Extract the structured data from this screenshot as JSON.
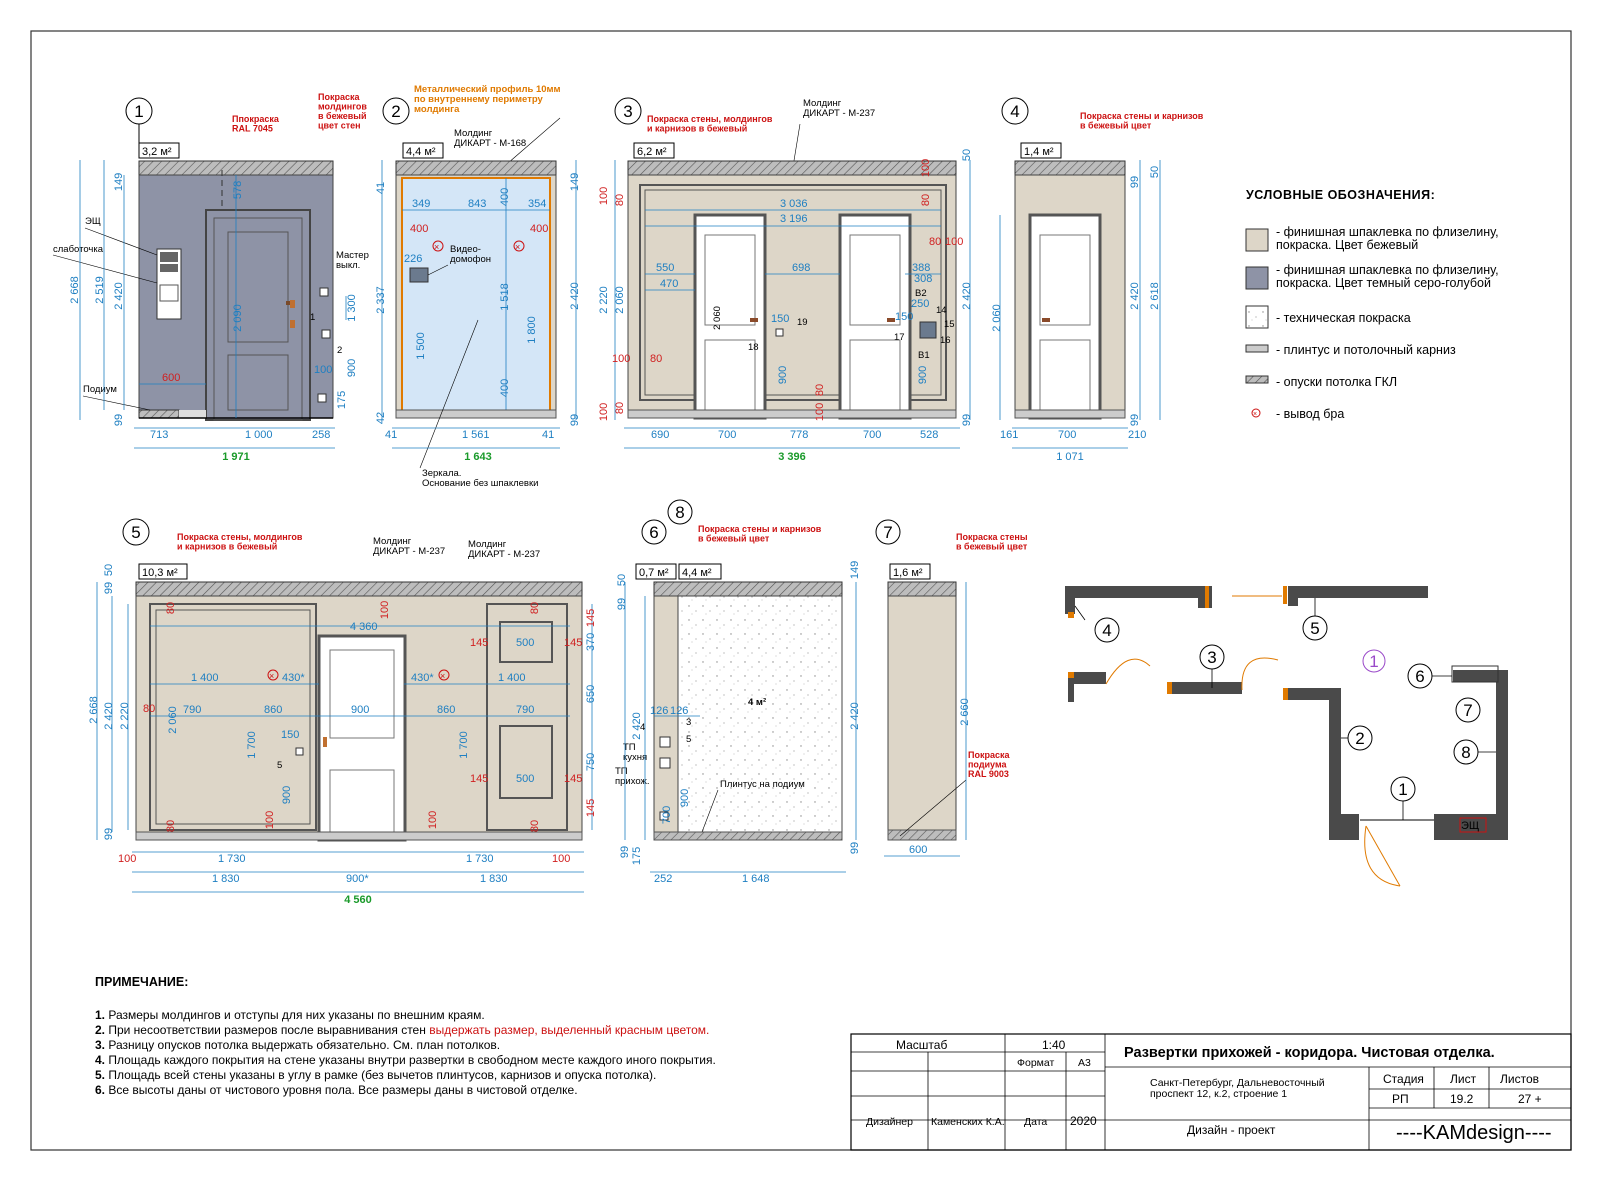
{
  "colors": {
    "beige": "#ddd6c8",
    "bluegray": "#8e93a6",
    "dim_blue": "#1e7fc2",
    "dim_red": "#d02020",
    "total_green": "#1a9a2a",
    "mirror": "#d4e6f7",
    "mirror_frame": "#e07a00"
  },
  "views": {
    "v1": {
      "num": "1",
      "area": "3,2 м²",
      "paint": "Ппокраска\nRAL 7045",
      "lbl_esch": "ЭЩ",
      "lbl_slab": "слаботочка",
      "lbl_master": "Мастер\nвыкл.",
      "lbl_podium": "Подиум",
      "dims": {
        "h2668": "2 668",
        "h2519": "2 519",
        "h2420": "2 420",
        "h149": "149",
        "h99": "99",
        "h578": "578",
        "h2090": "2 090",
        "h600": "600",
        "h1300": "1 300",
        "h900": "900",
        "h100": "100",
        "h175": "175",
        "w713": "713",
        "w1000": "1 000",
        "w258": "258",
        "total": "1 971",
        "s1": "1",
        "s2": "2"
      }
    },
    "v2": {
      "num": "2",
      "area": "4,4 м²",
      "paint": "Покраска\nмолдингов\nв бежевый\nцвет стен",
      "profile": "Металлический профиль 10мм\nпо внутреннему периметру\nмолдинга",
      "molding": "Молдинг\nДИКАРТ - М-168",
      "video": "Видео-\nдомофон",
      "mirror": "Зеркала.\nОснование без шпаклевки",
      "dims": {
        "w349": "349",
        "w843": "843",
        "w354": "354",
        "r400a": "400",
        "r400b": "400",
        "d226": "226",
        "d400a": "400",
        "d1518": "1 518",
        "d1500": "1 500",
        "d1800": "1 800",
        "d400b": "400",
        "h2337": "2 337",
        "h41t": "41",
        "h42": "42",
        "h149": "149",
        "h2420": "2 420",
        "h99": "99",
        "w41a": "41",
        "w1561": "1 561",
        "w41b": "41",
        "total": "1 643"
      }
    },
    "v3": {
      "num": "3",
      "area": "6,2 м²",
      "paint": "Покраска стены, молдингов\nи карнизов в бежевый",
      "molding": "Молдинг\nДИКАРТ - М-237",
      "dims": {
        "w3036": "3 036",
        "w3196": "3 196",
        "d550": "550",
        "d470": "470",
        "d698": "698",
        "d388": "388",
        "d308": "308",
        "d150a": "150",
        "d150b": "150",
        "d250": "250",
        "d19": "19",
        "d18": "18",
        "d17": "17",
        "d14": "14",
        "d15": "15",
        "d16": "16",
        "b1": "B1",
        "b2": "B2",
        "d2060door": "2 060",
        "d900a": "900",
        "d900b": "900",
        "h2220": "2 220",
        "h2060": "2 060",
        "h2420": "2 420",
        "h50": "50",
        "h99": "99",
        "r100a": "100",
        "r80a": "80",
        "r80b": "80",
        "r100b": "100",
        "r80c": "80",
        "r100c": "100",
        "r80d": "80",
        "r80e": "80",
        "r100d": "100",
        "r100e": "100",
        "r80f": "80",
        "w690": "690",
        "w700a": "700",
        "w778": "778",
        "w700b": "700",
        "w528": "528",
        "total": "3 396"
      }
    },
    "v4": {
      "num": "4",
      "area": "1,4 м²",
      "paint": "Покраска стены и карнизов\nв бежевый цвет",
      "dims": {
        "h2060": "2 060",
        "h2420": "2 420",
        "h2618": "2 618",
        "h99a": "99",
        "h50": "50",
        "h99b": "99",
        "w161": "161",
        "w700": "700",
        "w210": "210",
        "total": "1 071"
      }
    },
    "v5": {
      "num": "5",
      "area": "10,3 м²",
      "paint": "Покраска стены, молдингов\nи карнизов в бежевый",
      "molding1": "Молдинг\nДИКАРТ - М-237",
      "molding2": "Молдинг\nДИКАРТ - М-237",
      "dims": {
        "w4360": "4 360",
        "d1400a": "1 400",
        "d1400b": "1 400",
        "d430a": "430*",
        "d430b": "430*",
        "d790a": "790",
        "d860a": "860",
        "d900": "900",
        "d860b": "860",
        "d790b": "790",
        "d500a": "500",
        "d500b": "500",
        "d2060": "2 060",
        "d1700a": "1 700",
        "d1700b": "1 700",
        "d150": "150",
        "d5": "5",
        "d900b": "900",
        "h2668": "2 668",
        "h2420": "2 420",
        "h2220": "2 220",
        "h99": "99",
        "h50": "50",
        "h99b": "99",
        "r80a": "80",
        "r80b": "80",
        "r80c": "80",
        "r100a": "100",
        "r100b": "100",
        "r100c": "100",
        "r145a": "145",
        "r145b": "145",
        "r145c": "145",
        "r145d": "145",
        "r145e": "145",
        "r145f": "145",
        "r80d": "80",
        "r80e": "80",
        "r370": "370",
        "r650": "650",
        "r750": "750",
        "w100a": "100",
        "w1730a": "1 730",
        "w1730b": "1 730",
        "w100b": "100",
        "w1830a": "1 830",
        "w900s": "900*",
        "w1830b": "1 830",
        "total": "4 560"
      }
    },
    "v6": {
      "num": "6",
      "area": "0,7 м²",
      "dims": {
        "h2420": "2 420",
        "h700": "700",
        "h175": "175",
        "h99": "99",
        "h50": "50",
        "h99t": "99",
        "d126a": "126",
        "d126b": "126",
        "s3": "3",
        "s4": "4",
        "s5": "5",
        "w252": "252"
      },
      "tp1": "ТП\nкухня",
      "tp2": "ТП\nприхож."
    },
    "v8": {
      "num": "8",
      "area": "4,4 м²",
      "paint": "Покраска стены и карнизов\nв бежевый цвет",
      "area_inner": "4 м²",
      "plinth": "Плинтус на подиум",
      "dims": {
        "h2420": "2 420",
        "h149": "149",
        "h99": "99",
        "d900": "900",
        "w1648": "1 648"
      }
    },
    "v7": {
      "num": "7",
      "area": "1,6 м²",
      "paint": "Покраска стены\nв бежевый цвет",
      "podium_paint": "Покраска\nподиума\nRAL 9003",
      "dims": {
        "h2660": "2 660",
        "w600": "600"
      }
    }
  },
  "legend": {
    "title": "УСЛОВНЫЕ ОБОЗНАЧЕНИЯ:",
    "items": [
      {
        "text": "- финишная шпаклевка по флизелину,\nпокраска. Цвет бежевый"
      },
      {
        "text": "- финишная шпаклевка по флизелину,\nпокраска. Цвет темный серо-голубой"
      },
      {
        "text": "- техническая покраска"
      },
      {
        "text": "- плинтус и потолочный карниз"
      },
      {
        "text": "- опуски потолка ГКЛ"
      },
      {
        "text": "- вывод бра"
      }
    ]
  },
  "plan": {
    "labels": [
      "4",
      "5",
      "3",
      "1",
      "6",
      "7",
      "2",
      "8",
      "1"
    ],
    "esch": "ЭЩ"
  },
  "notes": {
    "title": "ПРИМЕЧАНИЕ:",
    "items": [
      {
        "n": "1.",
        "t": "Размеры молдингов и отступы для них указаны по внешним краям.",
        "r": ""
      },
      {
        "n": "2.",
        "t": "При несоответствии размеров после выравнивания стен ",
        "r": "выдержать размер, выделенный красным цветом."
      },
      {
        "n": "3.",
        "t": "Разницу опусков потолка выдержать обязательно. См. план потолков.",
        "r": ""
      },
      {
        "n": "4.",
        "t": "Площадь каждого покрытия на стене указаны внутри развертки в свободном месте каждого иного покрытия.",
        "r": ""
      },
      {
        "n": "5.",
        "t": "Площадь всей стены указаны в углу в рамке (без вычетов плинтусов, карнизов и опуска потолка).",
        "r": ""
      },
      {
        "n": "6.",
        "t": "Все высоты даны от чистового уровня пола. Все размеры даны в чистовой отделке.",
        "r": ""
      }
    ]
  },
  "titleblock": {
    "scale_label": "Масштаб",
    "scale": "1:40",
    "format_label": "Формат",
    "format": "А3",
    "title": "Развертки прихожей - коридора. Чистовая отделка.",
    "address": "Санкт-Петербург, Дальневосточный\nпроспект 12, к.2, строение 1",
    "stage_label": "Стадия",
    "sheet_label": "Лист",
    "sheets_label": "Листов",
    "stage": "РП",
    "sheet": "19.2",
    "sheets": "27 +",
    "designer_label": "Дизайнер",
    "designer": "Каменских К.А.",
    "date_label": "Дата",
    "date": "2020",
    "project": "Дизайн - проект",
    "logo": "----KAMdesign----"
  }
}
